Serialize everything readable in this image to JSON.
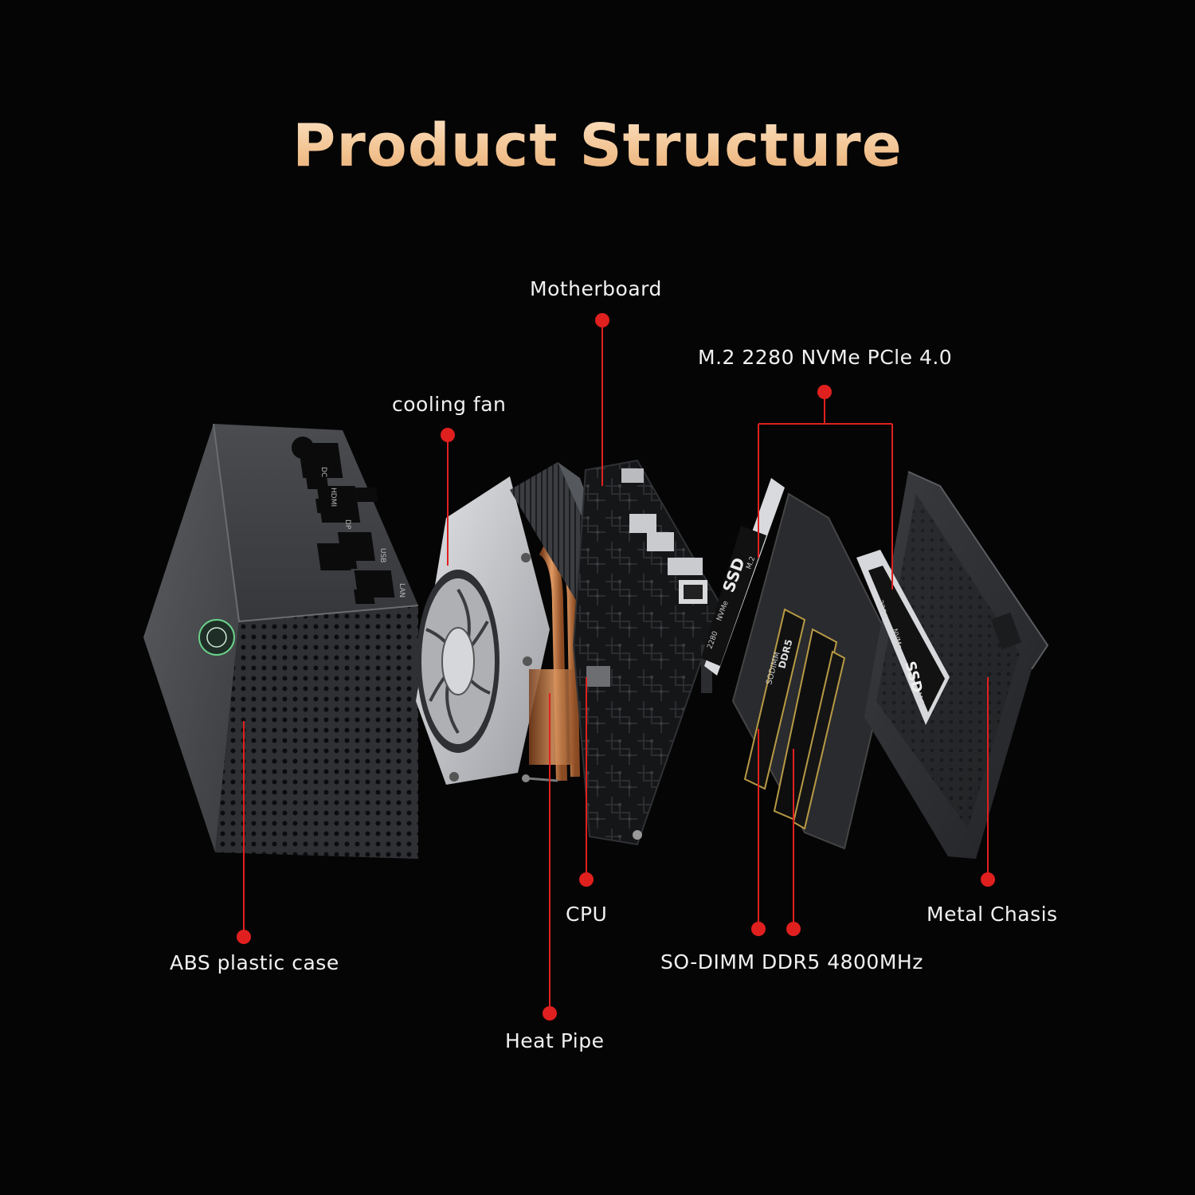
{
  "title": "Product Structure",
  "accent_color": "#e0201f",
  "labels": {
    "motherboard": "Motherboard",
    "ssd": "M.2 2280 NVMe PCle 4.0",
    "cooling_fan": "cooling fan",
    "cpu": "CPU",
    "metal_chassis": "Metal Chasis",
    "abs_case": "ABS plastic case",
    "ram": "SO-DIMM DDR5 4800MHz",
    "heat_pipe": "Heat Pipe"
  },
  "case_ports": [
    "DC",
    "HDMI",
    "DP",
    "USB",
    "LAN"
  ],
  "ssd_text": {
    "brand": "SSD",
    "model": "NVMe",
    "size": "2280",
    "form": "M.2"
  },
  "ram_text": {
    "type": "DDR5",
    "form": "SODIMM"
  }
}
